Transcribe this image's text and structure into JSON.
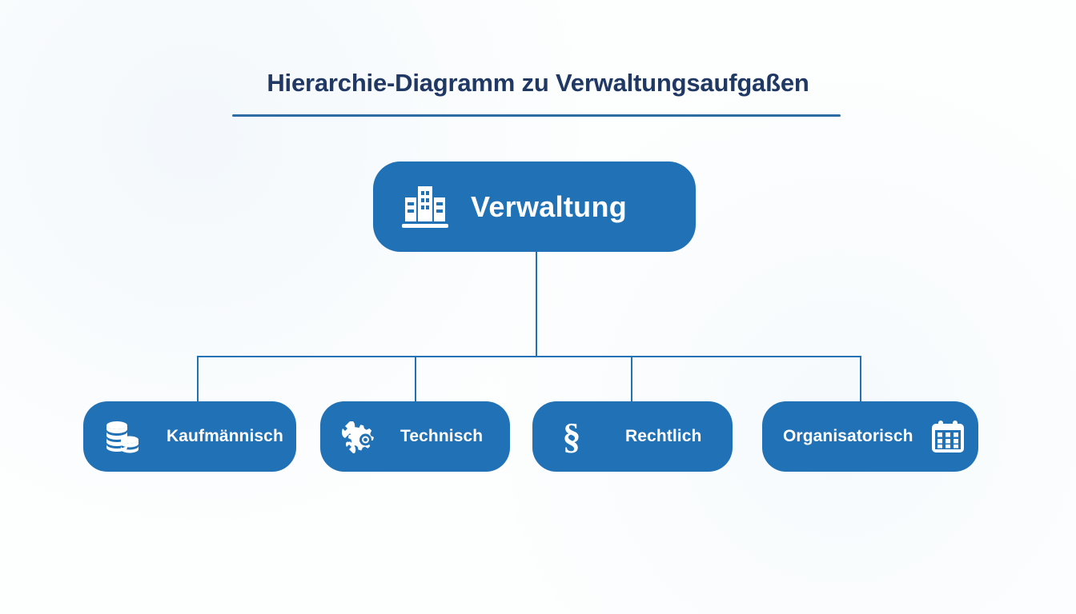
{
  "page": {
    "background_color": "#fdfefe",
    "accent_color": "#2071b5",
    "title_color": "#1f3864",
    "rule_color": "#2d6da4",
    "node_text_color": "#ffffff"
  },
  "header": {
    "title": "Hierarchie-Diagramm zu Verwaltungsaufgaßen"
  },
  "diagram": {
    "type": "hierarchy",
    "root": {
      "label": "Verwaltung",
      "icon": "buildings-icon"
    },
    "children": [
      {
        "label": "Kaufmännisch",
        "icon": "coins-icon",
        "icon_side": "left"
      },
      {
        "label": "Technisch",
        "icon": "wrench-gear-icon",
        "icon_side": "left"
      },
      {
        "label": "Rechtlich",
        "icon": "section-sign-icon",
        "icon_glyph": "§",
        "icon_side": "left"
      },
      {
        "label": "Organisatorisch",
        "icon": "calendar-icon",
        "icon_side": "right"
      }
    ]
  }
}
